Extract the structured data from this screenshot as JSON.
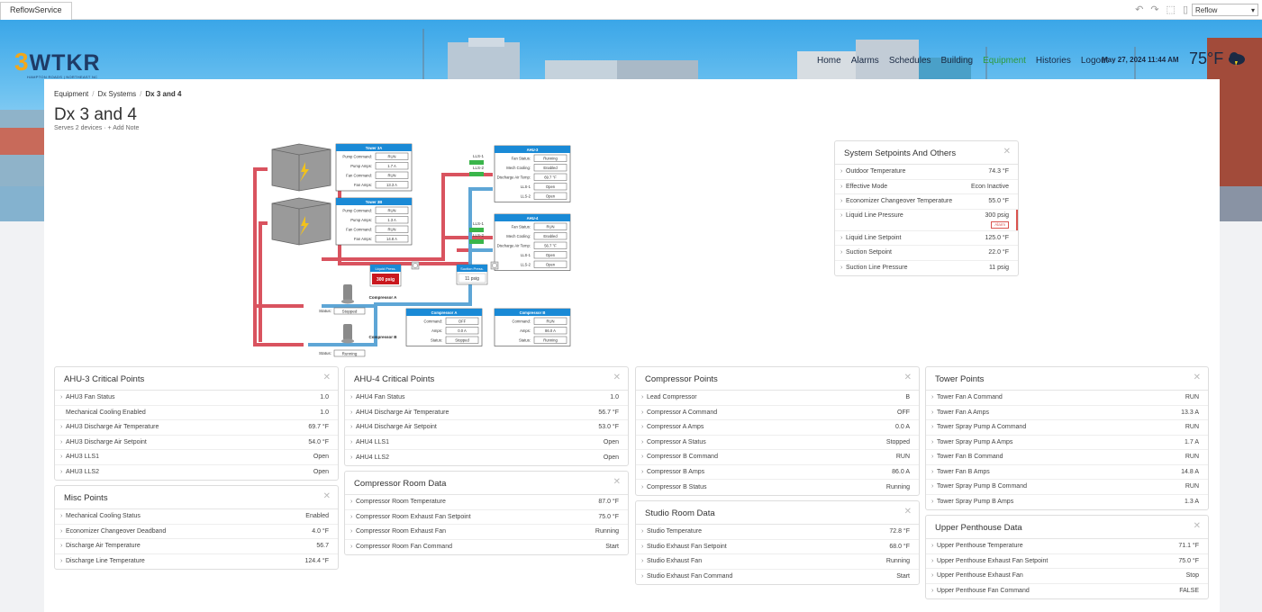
{
  "app_tab": "ReflowService",
  "view_select": "Reflow",
  "logo": {
    "text": "WTKR",
    "prefix": "3",
    "tagline": "HAMPTON ROADS | NORTHEAST NC"
  },
  "nav": [
    {
      "label": "Home",
      "active": false
    },
    {
      "label": "Alarms",
      "active": false
    },
    {
      "label": "Schedules",
      "active": false
    },
    {
      "label": "Building",
      "active": false
    },
    {
      "label": "Equipment",
      "active": true
    },
    {
      "label": "Histories",
      "active": false
    },
    {
      "label": "Logout",
      "active": false
    }
  ],
  "datetime": "May 27, 2024 11:44 AM",
  "weather_temp": "75°F",
  "breadcrumb": [
    "Equipment",
    "Dx Systems",
    "Dx 3 and 4"
  ],
  "page_title": "Dx 3 and 4",
  "subtitle": "Serves 2 devices",
  "add_note": "+ Add Note",
  "colors": {
    "accent": "#2e9a3a",
    "alarm": "#d9534f",
    "supply": "#d9535f",
    "return": "#5ea6d6",
    "header_blue": "#1a8ad6"
  },
  "graphic": {
    "tower_a": {
      "title": "Tower 3A",
      "rows": [
        [
          "Pump Command:",
          "RUN"
        ],
        [
          "Pump Amps:",
          "1.7 A"
        ],
        [
          "Fan Command:",
          "RUN"
        ],
        [
          "Fan Amps:",
          "13.3 A"
        ]
      ]
    },
    "tower_b": {
      "title": "Tower 3B",
      "rows": [
        [
          "Pump Command:",
          "RUN"
        ],
        [
          "Pump Amps:",
          "1.3 A"
        ],
        [
          "Fan Command:",
          "RUN"
        ],
        [
          "Fan Amps:",
          "14.8 A"
        ]
      ]
    },
    "ahu3": {
      "title": "AHU-3",
      "rows": [
        [
          "Fan Status:",
          "Running"
        ],
        [
          "Mech Cooling:",
          "Enabled"
        ],
        [
          "Discharge Air Temp:",
          "69.7 °F"
        ],
        [
          "LLS-1",
          "Open"
        ],
        [
          "LLS-2",
          "Open"
        ]
      ]
    },
    "ahu4": {
      "title": "AHU-4",
      "rows": [
        [
          "Fan Status:",
          "RUN"
        ],
        [
          "Mech Cooling:",
          "Enabled"
        ],
        [
          "Discharge Air Temp:",
          "56.7 °F"
        ],
        [
          "LLS-1",
          "Open"
        ],
        [
          "LLS-2",
          "Open"
        ]
      ]
    },
    "lls1": "LLS-1",
    "lls2": "LLS-2",
    "liquid_press": {
      "title": "Liquid Press.",
      "value": "300 psig"
    },
    "suction_press": {
      "title": "Suction Press.",
      "value": "11 psig"
    },
    "comp_a_label": "Compressor A",
    "comp_b_label": "Compressor B",
    "status_label": "Status:",
    "comp_a_status": "Stopped",
    "comp_b_status": "Running",
    "comp_a_box": {
      "title": "Compressor A",
      "rows": [
        [
          "Command:",
          "OFF"
        ],
        [
          "Amps:",
          "0.0 A"
        ],
        [
          "Status:",
          "Stopped"
        ]
      ]
    },
    "comp_b_box": {
      "title": "Compressor B",
      "rows": [
        [
          "Command:",
          "RUN"
        ],
        [
          "Amps:",
          "86.0 A"
        ],
        [
          "Status:",
          "Running"
        ]
      ]
    }
  },
  "cards": {
    "setpoints": {
      "title": "System Setpoints And Others",
      "rows": [
        {
          "name": "Outdoor Temperature",
          "value": "74.3 °F"
        },
        {
          "name": "Effective Mode",
          "value": "Econ Inactive"
        },
        {
          "name": "Economizer Changeover Temperature",
          "value": "55.0 °F"
        },
        {
          "name": "Liquid Line Pressure",
          "value": "300 psig",
          "alarm": "Alarm"
        },
        {
          "name": "Liquid Line Setpoint",
          "value": "125.0 °F"
        },
        {
          "name": "Suction Setpoint",
          "value": "22.0 °F"
        },
        {
          "name": "Suction Line Pressure",
          "value": "11 psig"
        }
      ]
    },
    "ahu3": {
      "title": "AHU-3 Critical Points",
      "rows": [
        {
          "name": "AHU3 Fan Status",
          "value": "1.0"
        },
        {
          "name": "Mechanical Cooling Enabled",
          "value": "1.0",
          "nochev": true
        },
        {
          "name": "AHU3 Discharge Air Temperature",
          "value": "69.7 °F"
        },
        {
          "name": "AHU3 Discharge Air Setpoint",
          "value": "54.0 °F"
        },
        {
          "name": "AHU3 LLS1",
          "value": "Open"
        },
        {
          "name": "AHU3 LLS2",
          "value": "Open"
        }
      ]
    },
    "misc": {
      "title": "Misc Points",
      "rows": [
        {
          "name": "Mechanical Cooling Status",
          "value": "Enabled"
        },
        {
          "name": "Economizer Changeover Deadband",
          "value": "4.0 °F"
        },
        {
          "name": "Discharge Air Temperature",
          "value": "56.7"
        },
        {
          "name": "Discharge Line Temperature",
          "value": "124.4 °F"
        }
      ]
    },
    "ahu4": {
      "title": "AHU-4 Critical Points",
      "rows": [
        {
          "name": "AHU4 Fan Status",
          "value": "1.0"
        },
        {
          "name": "AHU4 Discharge Air Temperature",
          "value": "56.7 °F"
        },
        {
          "name": "AHU4 Discharge Air Setpoint",
          "value": "53.0 °F"
        },
        {
          "name": "AHU4 LLS1",
          "value": "Open"
        },
        {
          "name": "AHU4 LLS2",
          "value": "Open"
        }
      ]
    },
    "comp_room": {
      "title": "Compressor Room Data",
      "rows": [
        {
          "name": "Compressor Room Temperature",
          "value": "87.0 °F"
        },
        {
          "name": "Compressor Room Exhaust Fan Setpoint",
          "value": "75.0 °F"
        },
        {
          "name": "Compressor Room Exhaust Fan",
          "value": "Running"
        },
        {
          "name": "Compressor Room Fan Command",
          "value": "Start"
        }
      ]
    },
    "compressor": {
      "title": "Compressor Points",
      "rows": [
        {
          "name": "Lead Compressor",
          "value": "B"
        },
        {
          "name": "Compressor A Command",
          "value": "OFF"
        },
        {
          "name": "Compressor A Amps",
          "value": "0.0 A"
        },
        {
          "name": "Compressor A Status",
          "value": "Stopped"
        },
        {
          "name": "Compressor B Command",
          "value": "RUN"
        },
        {
          "name": "Compressor B Amps",
          "value": "86.0 A"
        },
        {
          "name": "Compressor B Status",
          "value": "Running"
        }
      ]
    },
    "studio": {
      "title": "Studio Room Data",
      "rows": [
        {
          "name": "Studio Temperature",
          "value": "72.8 °F"
        },
        {
          "name": "Studio Exhaust Fan Setpoint",
          "value": "68.0 °F"
        },
        {
          "name": "Studio Exhaust Fan",
          "value": "Running"
        },
        {
          "name": "Studio Exhaust Fan Command",
          "value": "Start"
        }
      ]
    },
    "tower": {
      "title": "Tower Points",
      "rows": [
        {
          "name": "Tower Fan A Command",
          "value": "RUN"
        },
        {
          "name": "Tower Fan A Amps",
          "value": "13.3 A"
        },
        {
          "name": "Tower Spray Pump A Command",
          "value": "RUN"
        },
        {
          "name": "Tower Spray Pump A Amps",
          "value": "1.7 A"
        },
        {
          "name": "Tower Fan B Command",
          "value": "RUN"
        },
        {
          "name": "Tower Fan B Amps",
          "value": "14.8 A"
        },
        {
          "name": "Tower Spray Pump B Command",
          "value": "RUN"
        },
        {
          "name": "Tower Spray Pump B Amps",
          "value": "1.3 A"
        }
      ]
    },
    "penthouse": {
      "title": "Upper Penthouse Data",
      "rows": [
        {
          "name": "Upper Penthouse Temperature",
          "value": "71.1 °F"
        },
        {
          "name": "Upper Penthouse Exhaust Fan Setpoint",
          "value": "75.0 °F"
        },
        {
          "name": "Upper Penthouse Exhaust Fan",
          "value": "Stop"
        },
        {
          "name": "Upper Penthouse Fan Command",
          "value": "FALSE"
        }
      ]
    }
  }
}
